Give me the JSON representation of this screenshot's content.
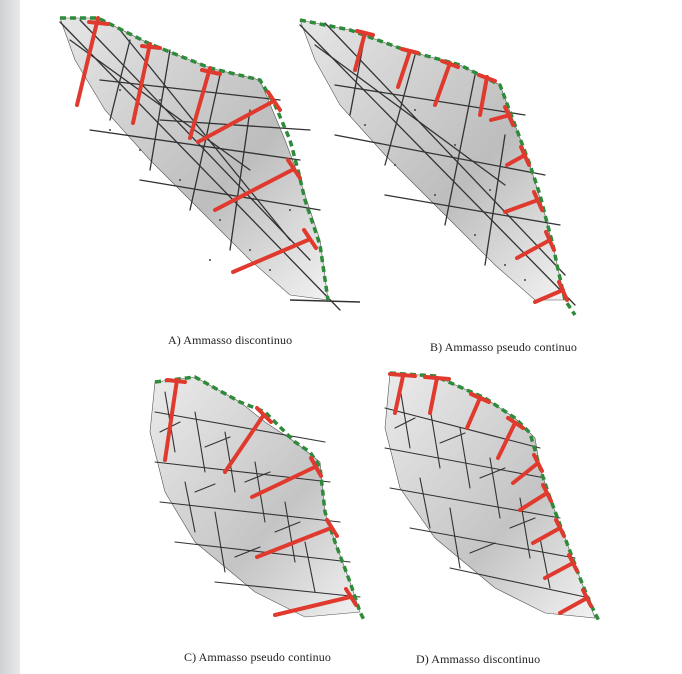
{
  "colors": {
    "anchor": "#e03a2e",
    "slope_profile": "#2e8b3a",
    "rock_fill": "#c8c8c8",
    "joint": "#333333"
  },
  "panels": [
    {
      "id": "A",
      "caption": "A) Ammasso discontinuo"
    },
    {
      "id": "B",
      "caption": "B) Ammasso pseudo continuo"
    },
    {
      "id": "C",
      "caption": "C) Ammasso pseudo continuo"
    },
    {
      "id": "D",
      "caption": "D) Ammasso discontinuo"
    }
  ]
}
